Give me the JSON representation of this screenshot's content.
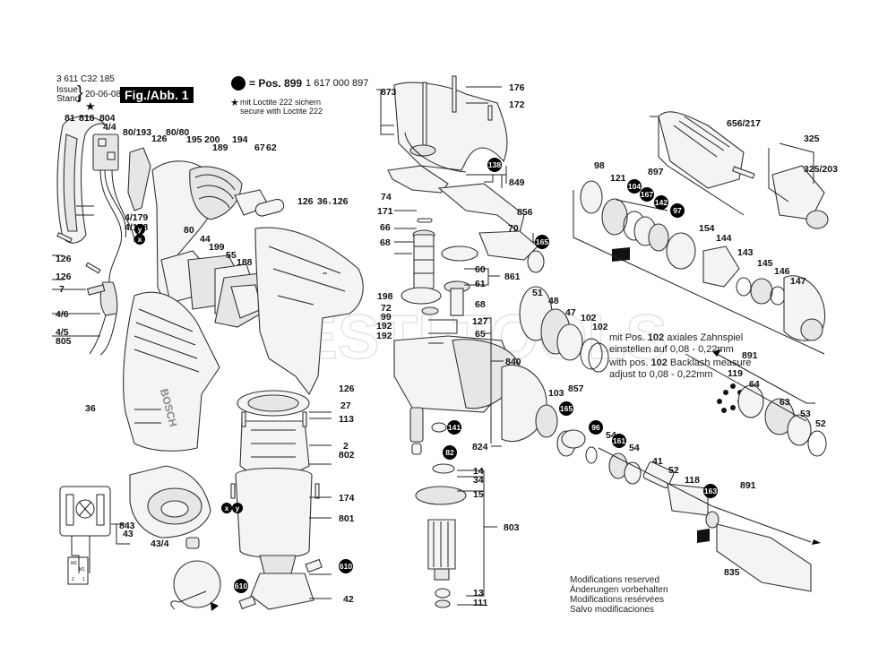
{
  "header": {
    "doc_number": "3 611 C32 185",
    "issue_label_en": "Issue",
    "issue_label_de": "Stand",
    "issue_date": "20-06-08",
    "figure_label": "Fig./Abb. 1",
    "pos_label": "= Pos. 899",
    "pos_part_number": "1 617 000 897",
    "loctite_de": "mit Loctite 222 sichern",
    "loctite_en": "secure with Loctite 222"
  },
  "backlash_note": {
    "de_prefix": "mit Pos.",
    "de_pos": "102",
    "de_suffix": "axiales Zahnspiel",
    "de_line2": "einstellen auf 0,08 - 0,22mm",
    "en_prefix": "with pos.",
    "en_pos": "102",
    "en_suffix": "Backlash measure",
    "en_line2": "adjust to 0,08 - 0,22mm"
  },
  "modifications": [
    "Modifications reserved",
    "Änderungen vorbehalten",
    "Modifications resérvées",
    "Salvo modificaciones"
  ],
  "watermark": "ESTI TOOLS",
  "labels": [
    {
      "id": "l81",
      "text": "81"
    },
    {
      "id": "l818",
      "text": "818"
    },
    {
      "id": "l804",
      "text": "804"
    },
    {
      "id": "l4_4",
      "text": "4/4"
    },
    {
      "id": "l80_193",
      "text": "80/193"
    },
    {
      "id": "l80_80",
      "text": "80/80"
    },
    {
      "id": "l126a",
      "text": "126"
    },
    {
      "id": "l195",
      "text": "195"
    },
    {
      "id": "l200",
      "text": "200"
    },
    {
      "id": "l189",
      "text": "189"
    },
    {
      "id": "l194",
      "text": "194"
    },
    {
      "id": "l67",
      "text": "67"
    },
    {
      "id": "l62",
      "text": "62"
    },
    {
      "id": "l4_179",
      "text": "4/179"
    },
    {
      "id": "l4_178",
      "text": "4/178"
    },
    {
      "id": "l126b",
      "text": "126"
    },
    {
      "id": "l126c",
      "text": "126"
    },
    {
      "id": "l7",
      "text": "7"
    },
    {
      "id": "l4_6",
      "text": "4/6"
    },
    {
      "id": "l4_5",
      "text": "4/5"
    },
    {
      "id": "l805",
      "text": "805"
    },
    {
      "id": "l80",
      "text": "80"
    },
    {
      "id": "l44",
      "text": "44"
    },
    {
      "id": "l199",
      "text": "199"
    },
    {
      "id": "l55",
      "text": "55"
    },
    {
      "id": "l188",
      "text": "188"
    },
    {
      "id": "l126d",
      "text": "126"
    },
    {
      "id": "l36a",
      "text": "36"
    },
    {
      "id": "l126e",
      "text": "126"
    },
    {
      "id": "l126f",
      "text": "126"
    },
    {
      "id": "l36b",
      "text": "36"
    },
    {
      "id": "l27",
      "text": "27"
    },
    {
      "id": "l113",
      "text": "113"
    },
    {
      "id": "l2",
      "text": "2"
    },
    {
      "id": "l802",
      "text": "802"
    },
    {
      "id": "l174",
      "text": "174"
    },
    {
      "id": "l801",
      "text": "801"
    },
    {
      "id": "l42",
      "text": "42"
    },
    {
      "id": "l843",
      "text": "843"
    },
    {
      "id": "l43",
      "text": "43"
    },
    {
      "id": "l43_4",
      "text": "43/4"
    },
    {
      "id": "l873",
      "text": "873"
    },
    {
      "id": "l176",
      "text": "176"
    },
    {
      "id": "l172",
      "text": "172"
    },
    {
      "id": "l849",
      "text": "849"
    },
    {
      "id": "l74",
      "text": "74"
    },
    {
      "id": "l171",
      "text": "171"
    },
    {
      "id": "l66",
      "text": "66"
    },
    {
      "id": "l68a",
      "text": "68"
    },
    {
      "id": "l856",
      "text": "856"
    },
    {
      "id": "l70",
      "text": "70"
    },
    {
      "id": "l60",
      "text": "60"
    },
    {
      "id": "l61",
      "text": "61"
    },
    {
      "id": "l861",
      "text": "861"
    },
    {
      "id": "l198",
      "text": "198"
    },
    {
      "id": "l72",
      "text": "72"
    },
    {
      "id": "l99",
      "text": "99"
    },
    {
      "id": "l192a",
      "text": "192"
    },
    {
      "id": "l192b",
      "text": "192"
    },
    {
      "id": "l68b",
      "text": "68"
    },
    {
      "id": "l127",
      "text": "127"
    },
    {
      "id": "l65",
      "text": "65"
    },
    {
      "id": "l840",
      "text": "840"
    },
    {
      "id": "l824",
      "text": "824"
    },
    {
      "id": "l51",
      "text": "51"
    },
    {
      "id": "l48",
      "text": "48"
    },
    {
      "id": "l47",
      "text": "47"
    },
    {
      "id": "l102a",
      "text": "102"
    },
    {
      "id": "l102b",
      "text": "102"
    },
    {
      "id": "l103",
      "text": "103"
    },
    {
      "id": "l857",
      "text": "857"
    },
    {
      "id": "l14",
      "text": "14"
    },
    {
      "id": "l34",
      "text": "34"
    },
    {
      "id": "l15",
      "text": "15"
    },
    {
      "id": "l803",
      "text": "803"
    },
    {
      "id": "l13",
      "text": "13"
    },
    {
      "id": "l111",
      "text": "111"
    },
    {
      "id": "l656_217",
      "text": "656/217"
    },
    {
      "id": "l325",
      "text": "325"
    },
    {
      "id": "l325_203",
      "text": "325/203"
    },
    {
      "id": "l98",
      "text": "98"
    },
    {
      "id": "l121",
      "text": "121"
    },
    {
      "id": "l897",
      "text": "897"
    },
    {
      "id": "l154",
      "text": "154"
    },
    {
      "id": "l144",
      "text": "144"
    },
    {
      "id": "l143",
      "text": "143"
    },
    {
      "id": "l145",
      "text": "145"
    },
    {
      "id": "l146",
      "text": "146"
    },
    {
      "id": "l147",
      "text": "147"
    },
    {
      "id": "l891a",
      "text": "891"
    },
    {
      "id": "l119",
      "text": "119"
    },
    {
      "id": "l64",
      "text": "64"
    },
    {
      "id": "l63",
      "text": "63"
    },
    {
      "id": "l53",
      "text": "53"
    },
    {
      "id": "l52a",
      "text": "52"
    },
    {
      "id": "l54a",
      "text": "54"
    },
    {
      "id": "l54b",
      "text": "54"
    },
    {
      "id": "l41",
      "text": "41"
    },
    {
      "id": "l52b",
      "text": "52"
    },
    {
      "id": "l118",
      "text": "118"
    },
    {
      "id": "l891b",
      "text": "891"
    },
    {
      "id": "l835",
      "text": "835"
    }
  ],
  "callouts": [
    {
      "id": "c138",
      "text": "138"
    },
    {
      "id": "c165a",
      "text": "165"
    },
    {
      "id": "c104",
      "text": "104"
    },
    {
      "id": "c167",
      "text": "167"
    },
    {
      "id": "c142",
      "text": "142"
    },
    {
      "id": "c97",
      "text": "97"
    },
    {
      "id": "c141",
      "text": "141"
    },
    {
      "id": "c82",
      "text": "82"
    },
    {
      "id": "c165b",
      "text": "165"
    },
    {
      "id": "c96",
      "text": "96"
    },
    {
      "id": "c161",
      "text": "161"
    },
    {
      "id": "c163",
      "text": "163"
    },
    {
      "id": "c610a",
      "text": "610"
    },
    {
      "id": "c610b",
      "text": "610"
    },
    {
      "id": "cy1",
      "text": "y"
    },
    {
      "id": "cx1",
      "text": "x"
    },
    {
      "id": "cx2",
      "text": "x"
    },
    {
      "id": "cy2",
      "text": "y"
    }
  ],
  "wiring_labels": {
    "m2": "M2",
    "m1": "M1",
    "t2": "2",
    "t1": "1"
  }
}
